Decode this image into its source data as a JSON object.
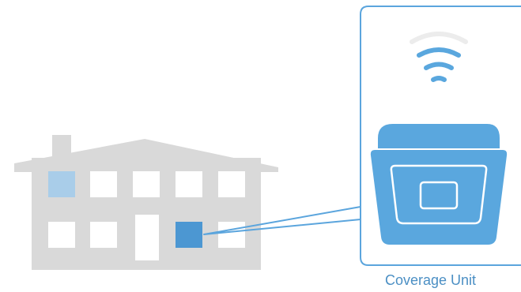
{
  "caption": "Coverage Unit",
  "colors": {
    "house": "#d9d9d9",
    "window": "#ffffff",
    "window_highlight_light": "#a9cde9",
    "window_highlight": "#4c97d2",
    "accent": "#5ba5dd",
    "device_inner": "#5aa7de",
    "device_line": "#ffffff",
    "wifi_faint": "#ececec",
    "text": "#4b8fc4"
  },
  "icons": {
    "house": "house-icon",
    "device": "coverage-unit-device-icon",
    "wifi": "wifi-signal-icon"
  },
  "wifi": {
    "strong_bars": 3,
    "total_bars": 4
  }
}
